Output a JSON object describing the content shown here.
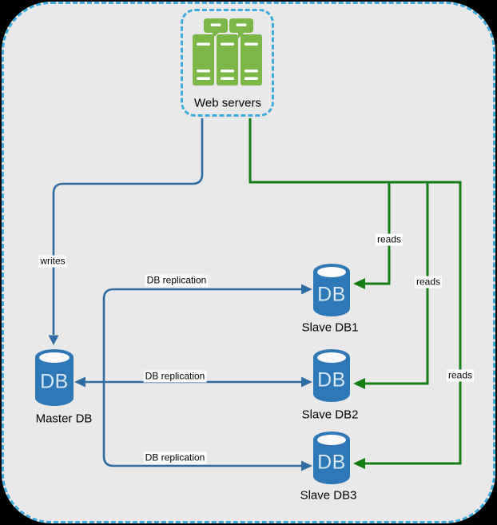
{
  "diagram": {
    "nodes": {
      "web_servers": {
        "label": "Web servers"
      },
      "master_db": {
        "label": "Master DB",
        "text": "DB"
      },
      "slave_db1": {
        "label": "Slave DB1",
        "text": "DB"
      },
      "slave_db2": {
        "label": "Slave DB2",
        "text": "DB"
      },
      "slave_db3": {
        "label": "Slave DB3",
        "text": "DB"
      }
    },
    "edges": {
      "writes": {
        "label": "writes"
      },
      "reads_db1": {
        "label": "reads"
      },
      "reads_db2": {
        "label": "reads"
      },
      "reads_db3": {
        "label": "reads"
      },
      "replication_db1": {
        "label": "DB replication"
      },
      "replication_db2": {
        "label": "DB replication"
      },
      "replication_db3": {
        "label": "DB replication"
      }
    },
    "colors": {
      "canvas_bg": "#e9e9e9",
      "border_dash": "#3aabdc",
      "blue_line": "#2e6da4",
      "green_line": "#147d14",
      "db_fill": "#2e78b8",
      "server_green": "#7ab648"
    }
  }
}
